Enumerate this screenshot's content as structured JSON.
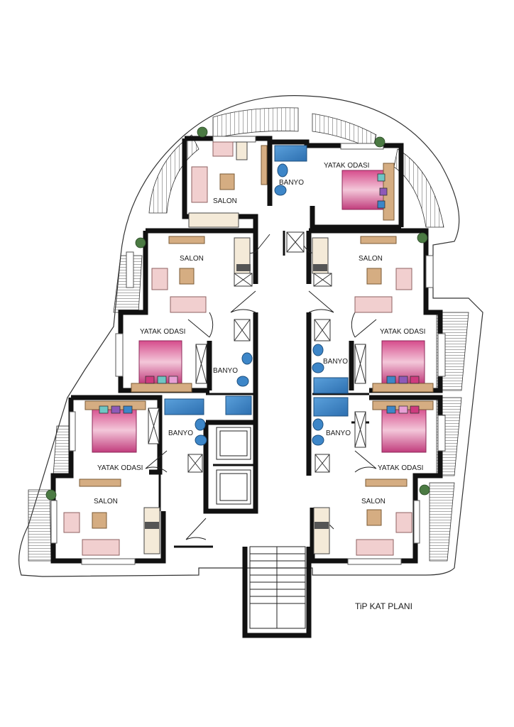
{
  "title": "TiP KAT PLANI",
  "rooms": [
    {
      "key": "salon",
      "label": "SALON"
    },
    {
      "key": "yatak",
      "label": "YATAK ODASI"
    },
    {
      "key": "banyo",
      "label": "BANYO"
    }
  ],
  "colors": {
    "wall": "#111111",
    "shower": "#3d86c8",
    "bed": "#e0a4bf",
    "bed_dark": "#c94f88",
    "sofa": "#e7b7b3",
    "table": "#d5ad82",
    "counter": "#d9c3a2",
    "plant": "#4b7a43"
  }
}
